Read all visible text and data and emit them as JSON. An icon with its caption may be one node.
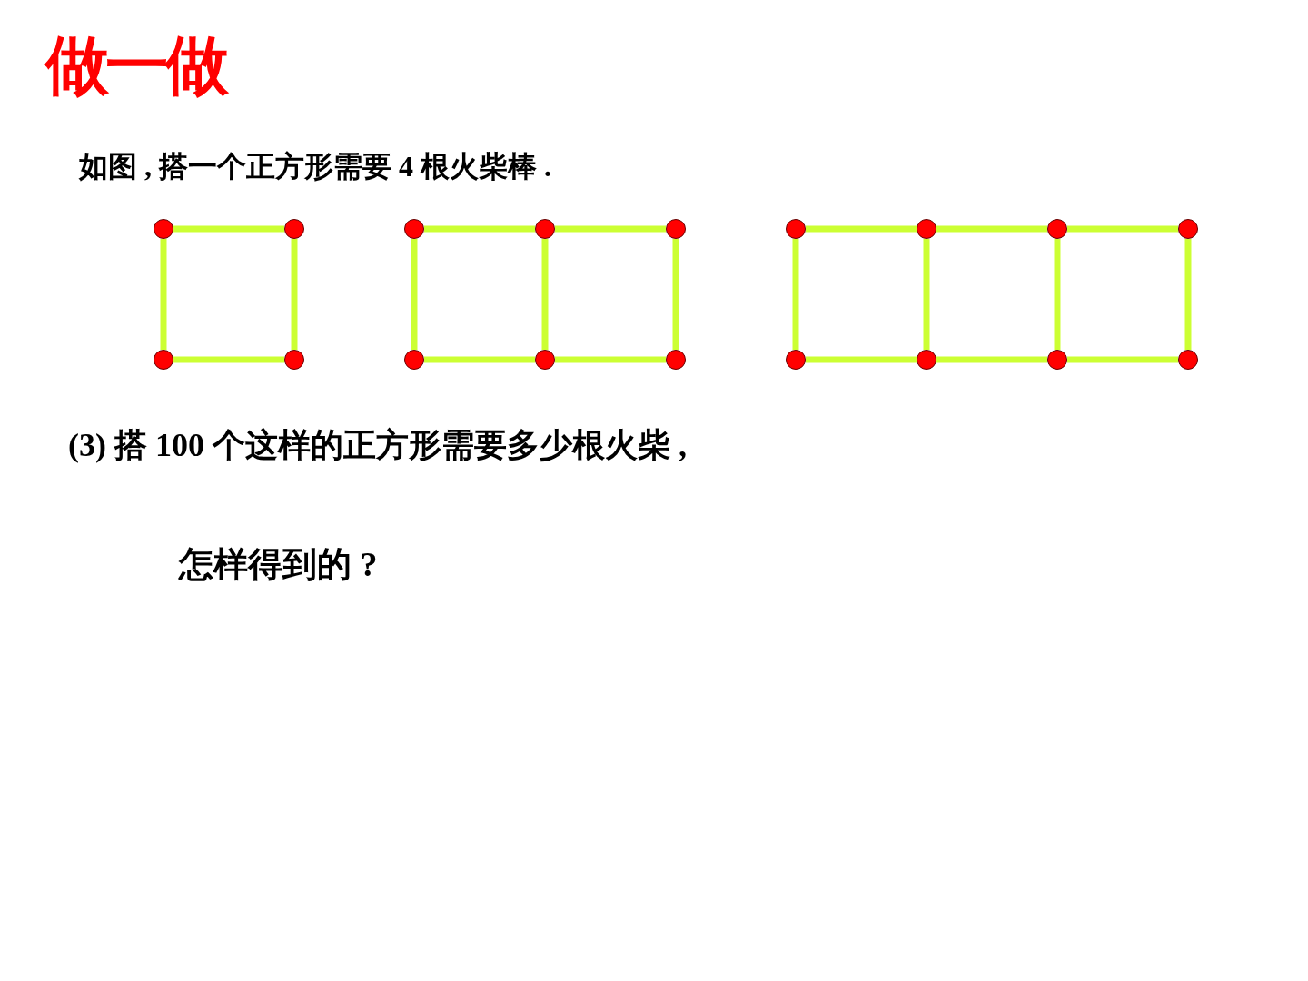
{
  "diagram": {
    "title": "做一做",
    "nodes": [
      {
        "text": [],
        "shape": "circle"
      },
      {
        "text": [],
        "shape": "circle"
      },
      {
        "text": [],
        "shape": "circle"
      },
      {
        "text": [],
        "shape": "circle"
      },
      {
        "text": [],
        "shape": "circle"
      },
      {
        "text": [],
        "shape": "circle"
      },
      {
        "text": [],
        "shape": "circle"
      },
      {
        "text": [],
        "shape": "circle"
      },
      {
        "text": [],
        "shape": "circle"
      },
      {
        "text": [],
        "shape": "circle"
      },
      {
        "text": [],
        "shape": "circle"
      },
      {
        "text": [],
        "shape": "circle"
      },
      {
        "text": [],
        "shape": "circle"
      },
      {
        "text": [],
        "shape": "circle"
      },
      {
        "text": [],
        "shape": "circle"
      },
      {
        "text": [],
        "shape": "circle"
      },
      {
        "text": [],
        "shape": "circle"
      },
      {
        "text": [],
        "shape": "circle"
      }
    ],
    "edges": [
      {
        "from": 0,
        "to": 1,
        "arrow": "none"
      },
      {
        "from": 2,
        "to": 3,
        "arrow": "none"
      },
      {
        "from": 0,
        "to": 2,
        "arrow": "none"
      },
      {
        "from": 1,
        "to": 3,
        "arrow": "none"
      },
      {
        "from": 4,
        "to": 5,
        "arrow": "none"
      },
      {
        "from": 5,
        "to": 6,
        "arrow": "none"
      },
      {
        "from": 7,
        "to": 8,
        "arrow": "none"
      },
      {
        "from": 8,
        "to": 9,
        "arrow": "none"
      },
      {
        "from": 4,
        "to": 7,
        "arrow": "none"
      },
      {
        "from": 5,
        "to": 8,
        "arrow": "none"
      },
      {
        "from": 6,
        "to": 9,
        "arrow": "none"
      },
      {
        "from": 10,
        "to": 11,
        "arrow": "none"
      },
      {
        "from": 11,
        "to": 12,
        "arrow": "none"
      },
      {
        "from": 12,
        "to": 13,
        "arrow": "none"
      },
      {
        "from": 14,
        "to": 15,
        "arrow": "none"
      },
      {
        "from": 15,
        "to": 16,
        "arrow": "none"
      },
      {
        "from": 16,
        "to": 17,
        "arrow": "none"
      },
      {
        "from": 10,
        "to": 14,
        "arrow": "none"
      },
      {
        "from": 11,
        "to": 15,
        "arrow": "none"
      },
      {
        "from": 12,
        "to": 16,
        "arrow": "none"
      },
      {
        "from": 13,
        "to": 17,
        "arrow": "none"
      }
    ],
    "labels": [
      "如图 , 搭一个正方形需要 4 根火柴棒 .",
      "(3) 搭 100 个这样的正方形需要多少根火柴 ,",
      "怎样得到的 ?"
    ]
  }
}
